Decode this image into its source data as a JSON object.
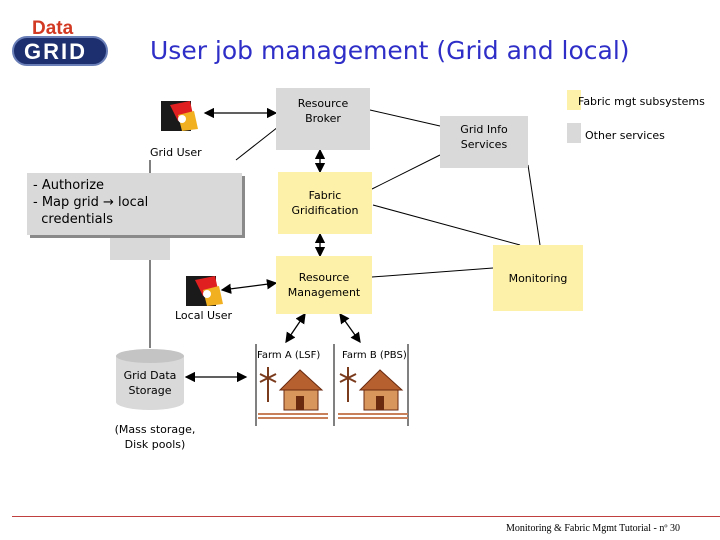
{
  "title": "User job management (Grid and local)",
  "logo": {
    "data": "Data",
    "grid": "GRID"
  },
  "legend": {
    "fabric": {
      "label": "Fabric mgt subsystems",
      "color": "#fdf0a8"
    },
    "other": {
      "label": "Other services",
      "color": "#d9d9d9"
    }
  },
  "nodes": {
    "resource_broker": [
      "Resource",
      "Broker"
    ],
    "grid_info": [
      "Grid Info",
      "Services"
    ],
    "grid_user": "Grid User",
    "fabric_gridification": [
      "Fabric",
      "Gridification"
    ],
    "resource_management": [
      "Resource",
      "Management"
    ],
    "monitoring": "Monitoring",
    "local_user": "Local User",
    "farm_a": "Farm A (LSF)",
    "farm_b": "Farm B (PBS)",
    "grid_data_storage": [
      "Grid Data",
      "Storage"
    ],
    "storage_note": [
      "(Mass storage,",
      "Disk pools)"
    ]
  },
  "callout": {
    "line1": "- Authorize",
    "line2": "- Map grid → local",
    "line3": "  credentials"
  },
  "footer": "Monitoring & Fabric Mgmt Tutorial - nº 30"
}
